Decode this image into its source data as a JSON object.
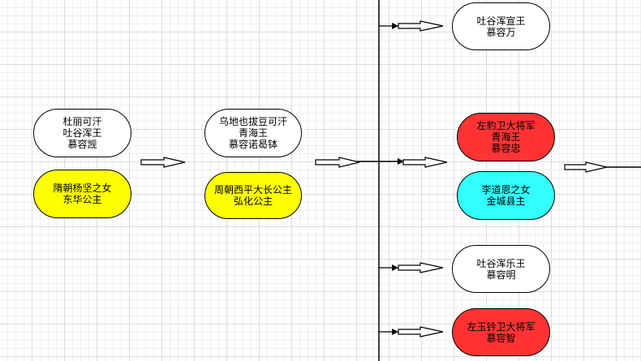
{
  "colors": {
    "yellow": "#ffff00",
    "red": "#ff3333",
    "cyan": "#33ffff",
    "white": "#ffffff",
    "grid": "#dcdcdc"
  },
  "nodes": {
    "dulikehan": "杜丽可汗\n吐谷浑王\n慕容觊",
    "sui_princess": "隋朝杨坚之女\n东华公主",
    "wudiyeba": "乌地也拔豆可汗\n青海王\n慕容诺曷钵",
    "zhou_princess": "周朝西平大长公主\n弘化公主",
    "xuanwang": "吐谷浑宣王\n慕容万",
    "zhong": "左豹卫大将军\n青海王\n慕容忠",
    "jincheng": "李道恩之女\n金城县主",
    "lewang": "吐谷浑乐王\n慕容明",
    "zhi": "左玉钤卫大将军\n慕容智"
  }
}
